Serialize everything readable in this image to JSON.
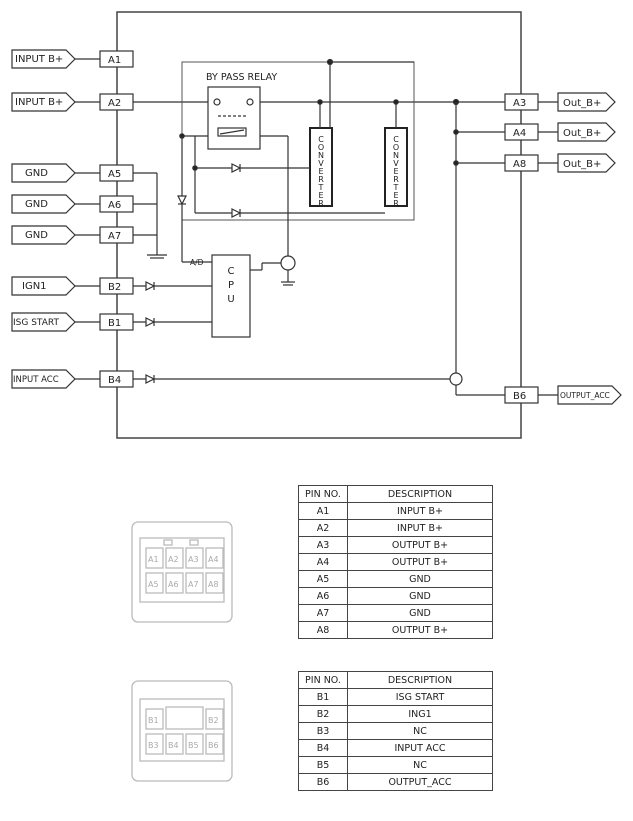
{
  "diagram": {
    "left_inputs": [
      {
        "signal": "INPUT B+",
        "pin": "A1"
      },
      {
        "signal": "INPUT B+",
        "pin": "A2"
      },
      {
        "signal": "GND",
        "pin": "A5"
      },
      {
        "signal": "GND",
        "pin": "A6"
      },
      {
        "signal": "GND",
        "pin": "A7"
      },
      {
        "signal": "IGN1",
        "pin": "B2"
      },
      {
        "signal": "ISG START",
        "pin": "B1"
      },
      {
        "signal": "INPUT ACC",
        "pin": "B4"
      }
    ],
    "right_outputs": [
      {
        "pin": "A3",
        "signal": "Out_B+"
      },
      {
        "pin": "A4",
        "signal": "Out_B+"
      },
      {
        "pin": "A8",
        "signal": "Out_B+"
      },
      {
        "pin": "B6",
        "signal": "OUTPUT_ACC"
      }
    ],
    "bypass_relay_label": "BY PASS RELAY",
    "converter_label": "CONVERTER",
    "cpu_label": "CPU",
    "ad_label": "A/D"
  },
  "connector_a": {
    "top_pins": [
      "A1",
      "A2",
      "A3",
      "A4"
    ],
    "bottom_pins": [
      "A5",
      "A6",
      "A7",
      "A8"
    ]
  },
  "connector_b": {
    "top_pins": [
      "B1",
      "B2"
    ],
    "bottom_pins": [
      "B3",
      "B4",
      "B5",
      "B6"
    ]
  },
  "table_a": {
    "headers": [
      "PIN NO.",
      "DESCRIPTION"
    ],
    "rows": [
      [
        "A1",
        "INPUT B+"
      ],
      [
        "A2",
        "INPUT B+"
      ],
      [
        "A3",
        "OUTPUT B+"
      ],
      [
        "A4",
        "OUTPUT B+"
      ],
      [
        "A5",
        "GND"
      ],
      [
        "A6",
        "GND"
      ],
      [
        "A7",
        "GND"
      ],
      [
        "A8",
        "OUTPUT B+"
      ]
    ]
  },
  "table_b": {
    "headers": [
      "PIN NO.",
      "DESCRIPTION"
    ],
    "rows": [
      [
        "B1",
        "ISG START"
      ],
      [
        "B2",
        "ING1"
      ],
      [
        "B3",
        "NC"
      ],
      [
        "B4",
        "INPUT ACC"
      ],
      [
        "B5",
        "NC"
      ],
      [
        "B6",
        "OUTPUT_ACC"
      ]
    ]
  }
}
